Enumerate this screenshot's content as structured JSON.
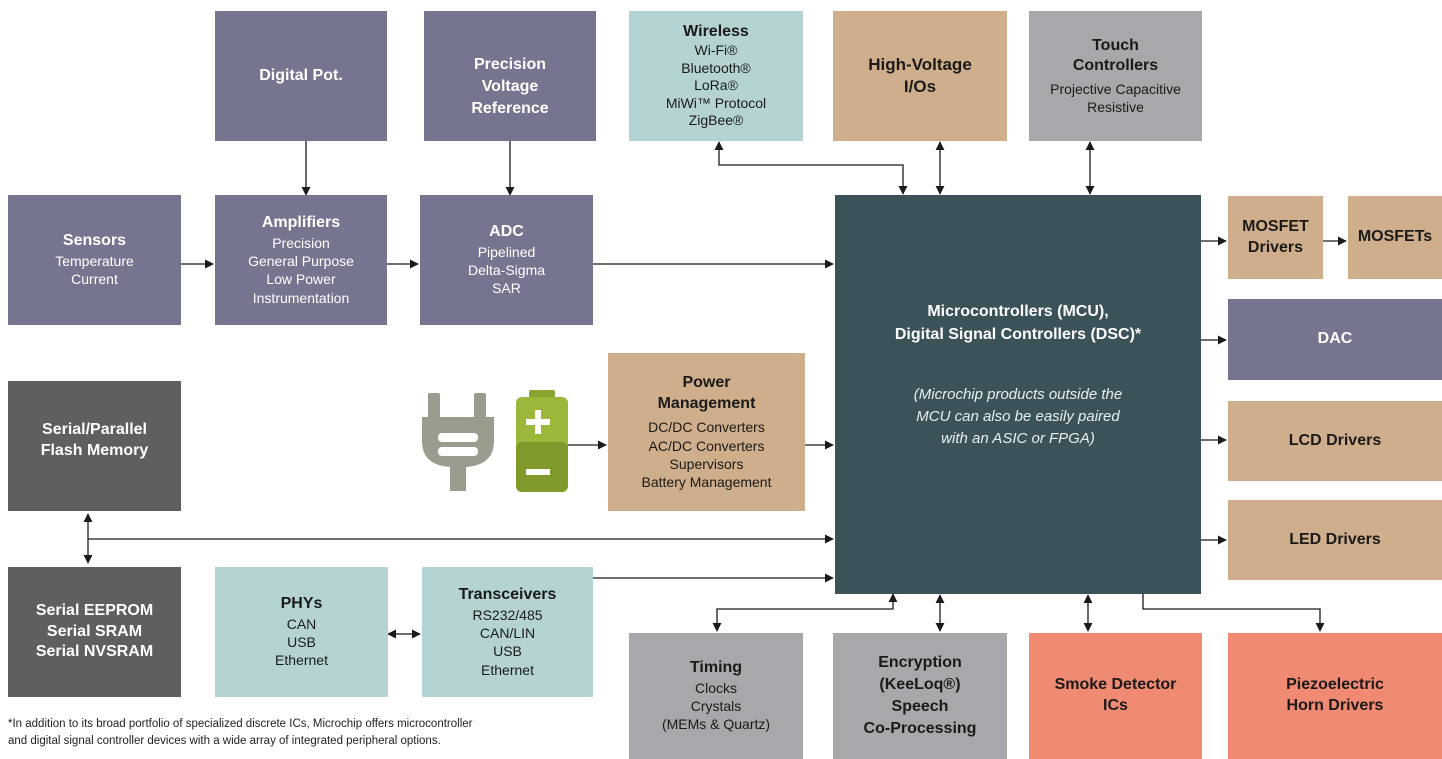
{
  "blocks": {
    "digital_pot": {
      "title": "Digital Pot."
    },
    "precision_vref": {
      "title": "Precision\nVoltage\nReference"
    },
    "wireless": {
      "title": "Wireless",
      "lines": [
        "Wi-Fi®",
        "Bluetooth®",
        "LoRa®",
        "MiWi™ Protocol",
        "ZigBee®"
      ]
    },
    "high_voltage": {
      "title": "High-Voltage\nI/Os"
    },
    "touch": {
      "title": "Touch\nControllers",
      "lines": [
        "Projective Capacitive",
        "Resistive"
      ]
    },
    "sensors": {
      "title": "Sensors",
      "lines": [
        "Temperature",
        "Current"
      ]
    },
    "amplifiers": {
      "title": "Amplifiers",
      "lines": [
        "Precision",
        "General Purpose",
        "Low Power",
        "Instrumentation"
      ]
    },
    "adc": {
      "title": "ADC",
      "lines": [
        "Pipelined",
        "Delta-Sigma",
        "SAR"
      ]
    },
    "mcu": {
      "title": "Microcontrollers (MCU),\nDigital Signal Controllers (DSC)*",
      "note": "(Microchip products outside the\nMCU can also be easily paired\nwith an ASIC or FPGA)"
    },
    "mosfet_drivers": {
      "title": "MOSFET\nDrivers"
    },
    "mosfets": {
      "title": "MOSFETs"
    },
    "dac": {
      "title": "DAC"
    },
    "power": {
      "title": "Power\nManagement",
      "lines": [
        "DC/DC Converters",
        "AC/DC Converters",
        "Supervisors",
        "Battery Management"
      ]
    },
    "lcd": {
      "title": "LCD Drivers"
    },
    "led": {
      "title": "LED Drivers"
    },
    "flash": {
      "title": "Serial/Parallel\nFlash Memory"
    },
    "eeprom": {
      "title": "Serial EEPROM\nSerial SRAM\nSerial NVSRAM"
    },
    "phys": {
      "title": "PHYs",
      "lines": [
        "CAN",
        "USB",
        "Ethernet"
      ]
    },
    "transceivers": {
      "title": "Transceivers",
      "lines": [
        "RS232/485",
        "CAN/LIN",
        "USB",
        "Ethernet"
      ]
    },
    "timing": {
      "title": "Timing",
      "lines": [
        "Clocks",
        "Crystals",
        "(MEMs & Quartz)"
      ]
    },
    "encryption": {
      "title": "Encryption\n(KeeLoq®)\nSpeech\nCo-Processing"
    },
    "smoke": {
      "title": "Smoke Detector\nICs"
    },
    "piezo": {
      "title": "Piezoelectric\nHorn Drivers"
    }
  },
  "footnote": "*In addition to its broad portfolio of specialized discrete ICs, Microchip offers microcontroller\nand digital signal controller devices with a wide array of integrated peripheral options.",
  "colors": {
    "analog": "#76758f",
    "connectivity": "#b6d3d3",
    "power_driver": "#cfae8b",
    "gray": "#a6a8ab",
    "memory": "#5e5f61",
    "mcu": "#3b5259",
    "safety": "#f08a72",
    "line": "#1a1a1a"
  },
  "icons": [
    "plug-icon",
    "battery-icon"
  ]
}
